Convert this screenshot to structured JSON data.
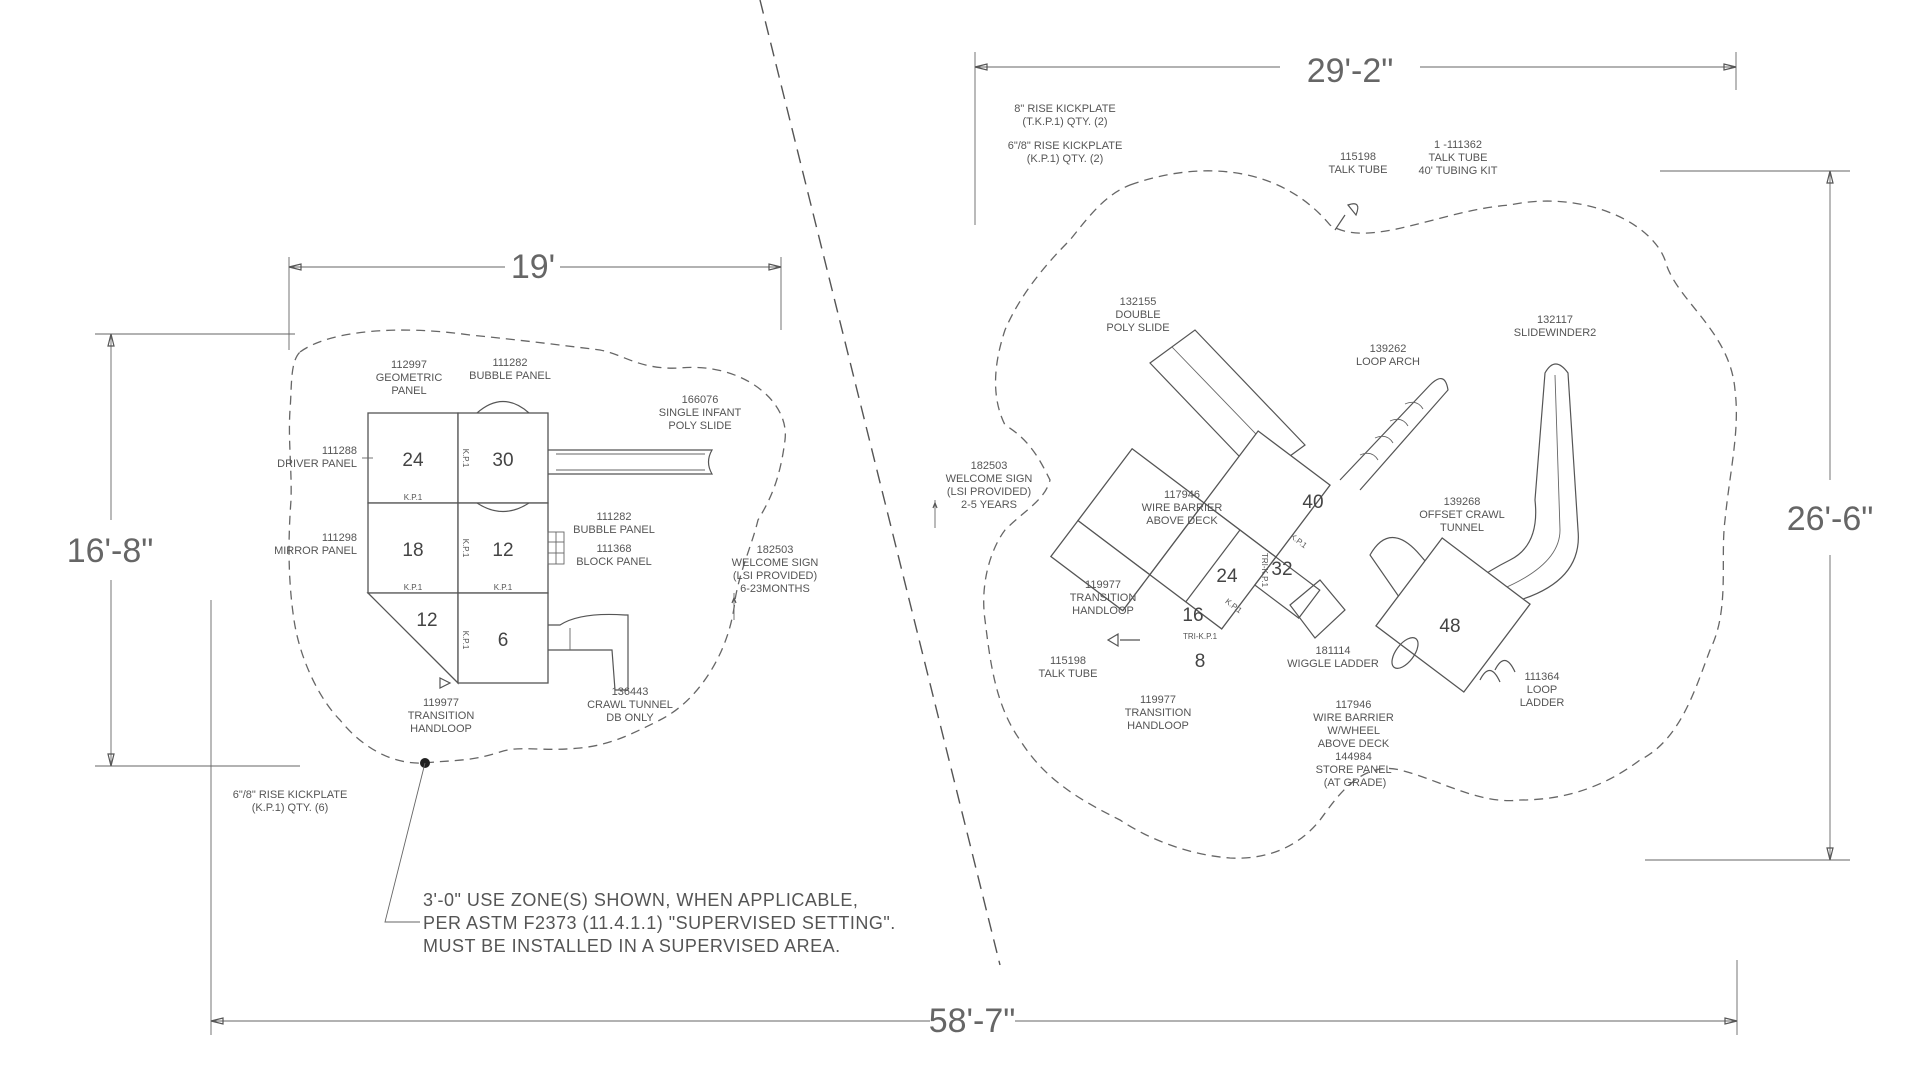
{
  "dimensions": {
    "left_width": "19'",
    "left_height": "16'-8\"",
    "right_width": "29'-2\"",
    "right_height": "26'-6\"",
    "total_width": "58'-7\""
  },
  "left": {
    "decks": [
      "24",
      "30",
      "18",
      "12",
      "12",
      "6"
    ],
    "labels": {
      "geometric_panel": [
        "112997",
        "GEOMETRIC",
        "PANEL"
      ],
      "bubble_panel_top": [
        "111282",
        "BUBBLE PANEL"
      ],
      "infant_slide": [
        "166076",
        "SINGLE INFANT",
        "POLY SLIDE"
      ],
      "driver_panel": [
        "111288",
        "DRIVER PANEL"
      ],
      "mirror_panel": [
        "111298",
        "MIRROR PANEL"
      ],
      "bubble_block": [
        "111282",
        "BUBBLE PANEL",
        "111368",
        "BLOCK PANEL"
      ],
      "welcome_sign": [
        "182503",
        "WELCOME SIGN",
        "(LSI PROVIDED)",
        "6-23MONTHS"
      ],
      "crawl_tunnel": [
        "136443",
        "CRAWL TUNNEL",
        "DB ONLY"
      ],
      "transition_handloop": [
        "119977",
        "TRANSITION",
        "HANDLOOP"
      ]
    },
    "kickplate": [
      "6\"/8\" RISE KICKPLATE",
      "(K.P.1) QTY. (6)"
    ],
    "kp_tags": [
      "K.P.1",
      "K.P.1",
      "K.P.1",
      "K.P.1",
      "K.P.1",
      "K.P.1"
    ]
  },
  "right": {
    "decks": [
      "40",
      "24",
      "32",
      "16",
      "8",
      "48"
    ],
    "labels": {
      "kickplate_8": [
        "8\" RISE KICKPLATE",
        "(T.K.P.1) QTY. (2)"
      ],
      "kickplate_68": [
        "6\"/8\" RISE KICKPLATE",
        "(K.P.1) QTY. (2)"
      ],
      "talk_tube_top": [
        "115198",
        "TALK TUBE"
      ],
      "tubing_kit": [
        "1 -111362",
        "TALK TUBE",
        "40' TUBING KIT"
      ],
      "double_slide": [
        "132155",
        "DOUBLE",
        "POLY SLIDE"
      ],
      "slidewinder": [
        "132117",
        "SLIDEWINDER2"
      ],
      "loop_arch": [
        "139262",
        "LOOP ARCH"
      ],
      "welcome_sign": [
        "182503",
        "WELCOME SIGN",
        "(LSI PROVIDED)",
        "2-5 YEARS"
      ],
      "wire_barrier": [
        "117946",
        "WIRE BARRIER",
        "ABOVE DECK"
      ],
      "offset_tunnel": [
        "139268",
        "OFFSET CRAWL",
        "TUNNEL"
      ],
      "handloop_left": [
        "119977",
        "TRANSITION",
        "HANDLOOP"
      ],
      "talk_tube_left": [
        "115198",
        "TALK TUBE"
      ],
      "handloop_bottom": [
        "119977",
        "TRANSITION",
        "HANDLOOP"
      ],
      "wiggle_ladder": [
        "181114",
        "WIGGLE LADDER"
      ],
      "wire_barrier_wheel": [
        "117946",
        "WIRE BARRIER",
        "W/WHEEL",
        "ABOVE DECK",
        "144984",
        "STORE PANEL",
        "(AT GRADE)"
      ],
      "loop_ladder": [
        "111364",
        "LOOP",
        "LADDER"
      ]
    },
    "kp_tags": [
      "K.P.1",
      "TRI-K.P.1",
      "K.P.1",
      "TRI-K.P.1"
    ]
  },
  "note": [
    "3'-0\" USE ZONE(S) SHOWN, WHEN APPLICABLE,",
    "PER ASTM F2373 (11.4.1.1) \"SUPERVISED SETTING\".",
    "MUST BE INSTALLED IN A SUPERVISED AREA."
  ]
}
